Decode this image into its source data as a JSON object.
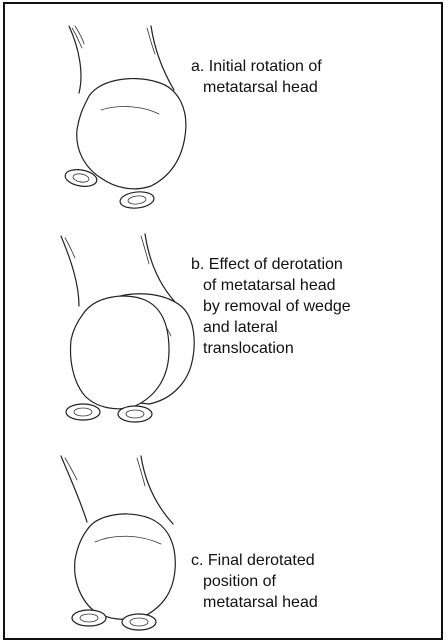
{
  "panels": [
    {
      "id": "a",
      "caption": [
        "a. Initial rotation of",
        "metatarsal head"
      ]
    },
    {
      "id": "b",
      "caption": [
        "b. Effect of derotation",
        "of metatarsal head",
        "by removal of wedge",
        "and lateral",
        "translocation"
      ]
    },
    {
      "id": "c",
      "caption": [
        "c. Final derotated",
        "position of",
        "metatarsal head"
      ]
    }
  ]
}
